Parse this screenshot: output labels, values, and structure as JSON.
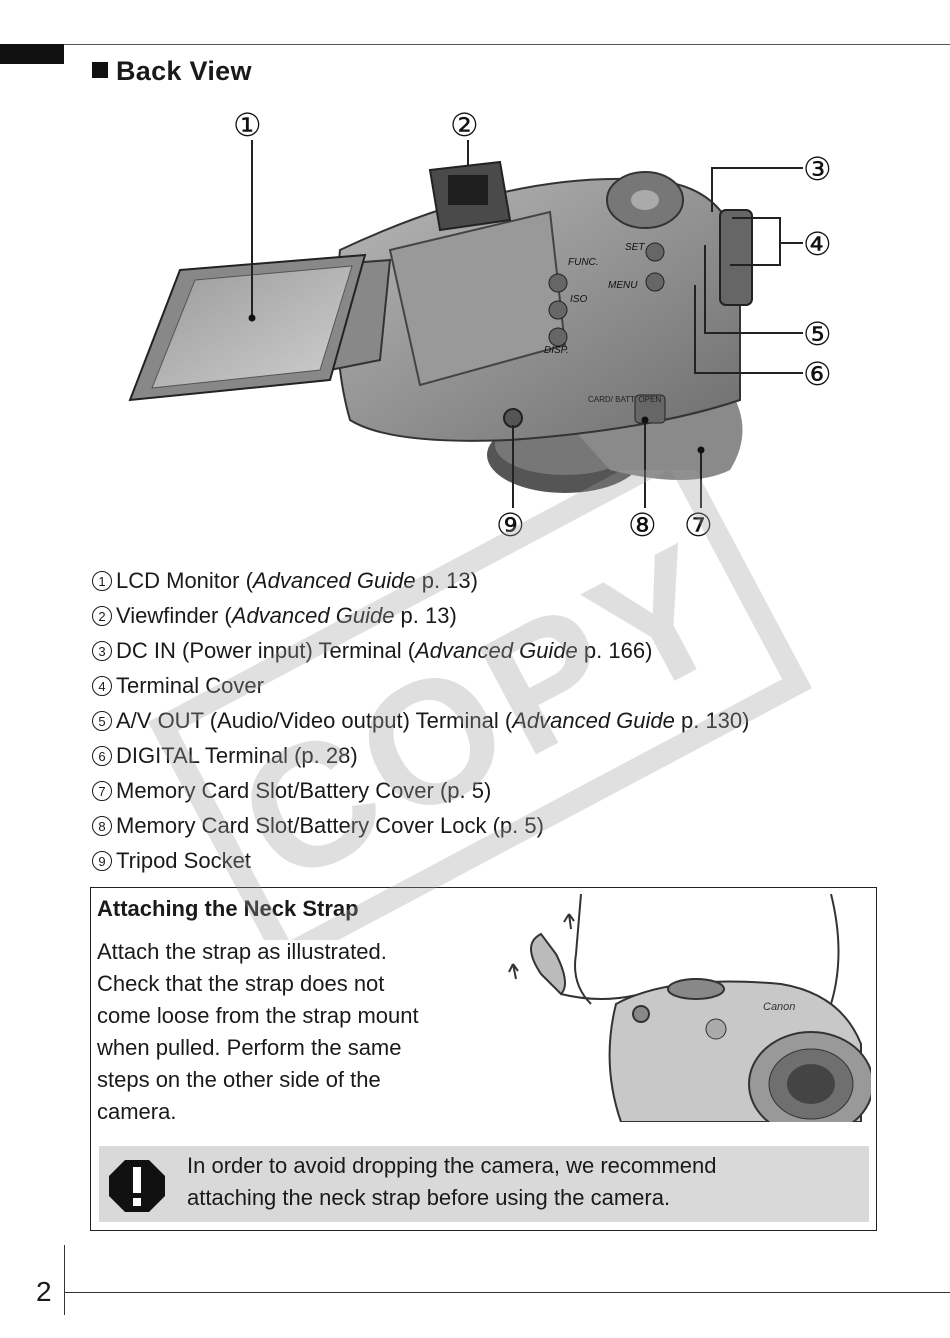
{
  "section": {
    "title": "Back View"
  },
  "callouts": [
    "①",
    "②",
    "③",
    "④",
    "⑤",
    "⑥",
    "⑦",
    "⑧",
    "⑨"
  ],
  "camera_labels": {
    "func": "FUNC.",
    "iso": "ISO",
    "disp": "DISP.",
    "set": "SET",
    "menu": "MENU",
    "card": "CARD/ BATT. OPEN"
  },
  "watermark": "COPY",
  "legend": [
    {
      "num": "1",
      "text": "LCD Monitor (",
      "italic": "Advanced Guide",
      "after": " p. 13)"
    },
    {
      "num": "2",
      "text": "Viewfinder (",
      "italic": "Advanced Guide",
      "after": " p. 13)"
    },
    {
      "num": "3",
      "text": "DC IN (Power input) Terminal (",
      "italic": "Advanced Guide",
      "after": " p. 166)"
    },
    {
      "num": "4",
      "text": "Terminal Cover",
      "italic": "",
      "after": ""
    },
    {
      "num": "5",
      "text": "A/V OUT (Audio/Video output) Terminal (",
      "italic": "Advanced Guide",
      "after": " p. 130)"
    },
    {
      "num": "6",
      "text": "DIGITAL Terminal (p. 28)",
      "italic": "",
      "after": ""
    },
    {
      "num": "7",
      "text": "Memory Card Slot/Battery Cover (p. 5)",
      "italic": "",
      "after": ""
    },
    {
      "num": "8",
      "text": "Memory Card Slot/Battery Cover Lock (p. 5)",
      "italic": "",
      "after": ""
    },
    {
      "num": "9",
      "text": "Tripod Socket",
      "italic": "",
      "after": ""
    }
  ],
  "strap_box": {
    "title": "Attaching the Neck Strap",
    "lines": [
      "Attach the strap as illustrated.",
      "Check that the strap does not",
      "come loose from the strap mount",
      "when pulled. Perform the same",
      "steps on the other side of the",
      "camera."
    ],
    "brand": "Canon",
    "caution_lines": [
      "In order to avoid dropping the camera, we recommend",
      "attaching the neck strap before using the camera."
    ]
  },
  "footer": {
    "page_number": "2"
  }
}
